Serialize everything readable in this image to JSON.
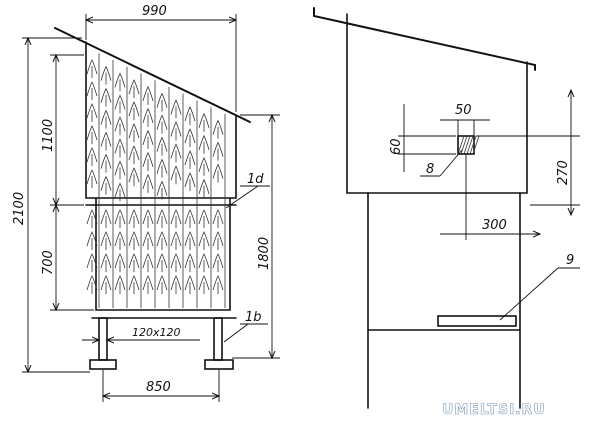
{
  "labels": {
    "d990": "990",
    "d2100": "2100",
    "d1100": "1100",
    "d700": "700",
    "d1800": "1800",
    "d120": "120x120",
    "d850": "850",
    "c1d": "1d",
    "c1b": "1b",
    "d50": "50",
    "d60": "60",
    "c8": "8",
    "d270": "270",
    "d300": "300",
    "c9": "9"
  },
  "watermark": "UMELTSI.RU"
}
